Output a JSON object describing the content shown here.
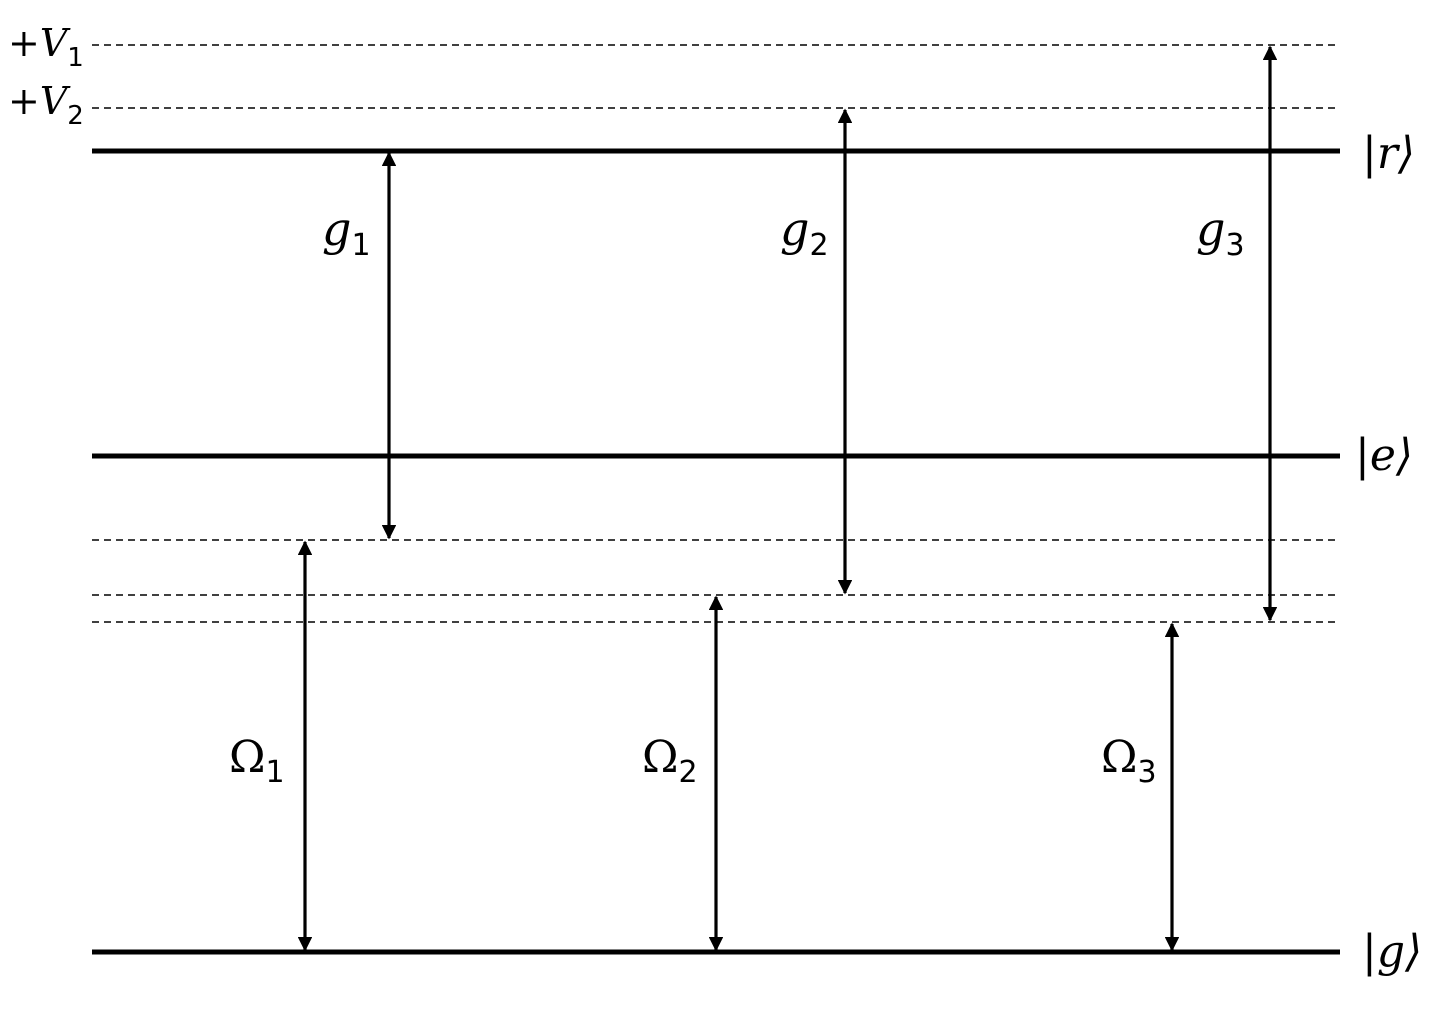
{
  "levels": {
    "r": {
      "label": "|r⟩"
    },
    "e": {
      "label": "|e⟩"
    },
    "g": {
      "label": "|g⟩"
    }
  },
  "shifts": {
    "v1": {
      "sign": "+",
      "symbol": "V",
      "sub": "1"
    },
    "v2": {
      "sign": "+",
      "symbol": "V",
      "sub": "2"
    }
  },
  "couplings": {
    "g1": {
      "symbol": "g",
      "sub": "1"
    },
    "g2": {
      "symbol": "g",
      "sub": "2"
    },
    "g3": {
      "symbol": "g",
      "sub": "3"
    },
    "omega1": {
      "symbol": "Ω",
      "sub": "1"
    },
    "omega2": {
      "symbol": "Ω",
      "sub": "2"
    },
    "omega3": {
      "symbol": "Ω",
      "sub": "3"
    }
  },
  "colors": {
    "ink": "#000000",
    "background": "#ffffff"
  }
}
